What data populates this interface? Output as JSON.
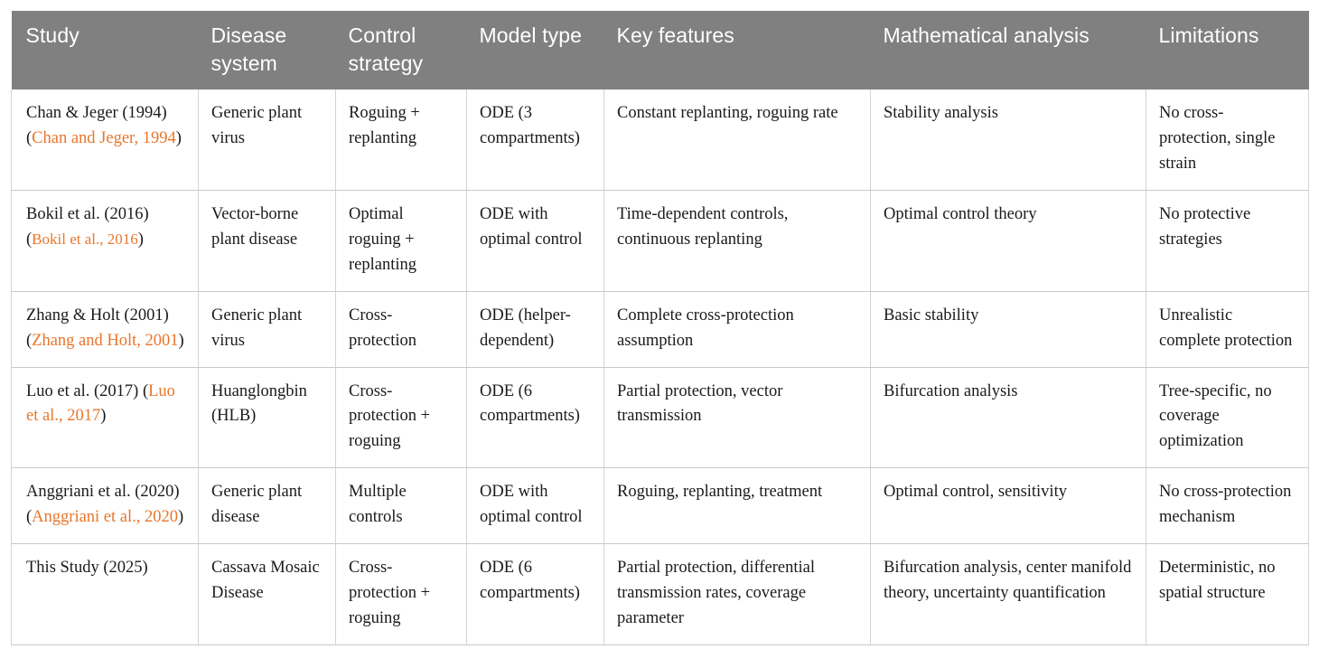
{
  "table": {
    "name": "comparison-of-plant-disease-models",
    "header_bg": "#808080",
    "header_text_color": "#ffffff",
    "citation_link_color": "#e8762c",
    "border_color": "#d4d4d4",
    "columns": [
      {
        "key": "study",
        "label": "Study"
      },
      {
        "key": "disease_system",
        "label": "Disease system"
      },
      {
        "key": "control_strategy",
        "label": "Control strategy"
      },
      {
        "key": "model_type",
        "label": "Model type"
      },
      {
        "key": "key_features",
        "label": "Key features"
      },
      {
        "key": "mathematical_analysis",
        "label": "Mathematical analysis"
      },
      {
        "key": "limitations",
        "label": "Limitations"
      }
    ],
    "rows": [
      {
        "study_main": "Chan & Jeger (1994) (",
        "study_citation": "Chan and Jeger, 1994",
        "study_tail": ")",
        "disease_system": "Generic plant virus",
        "control_strategy": "Roguing + replanting",
        "model_type": "ODE (3 compartments)",
        "key_features": "Constant replanting, roguing rate",
        "mathematical_analysis": "Stability analysis",
        "limitations": "No cross-protection, single strain"
      },
      {
        "study_main": "Bokil et al. (2016) (",
        "study_citation": "Bokil et al., 2016",
        "study_tail": ")",
        "disease_system": "Vector-borne plant disease",
        "control_strategy": "Optimal roguing + replanting",
        "model_type": "ODE with optimal control",
        "key_features": "Time-dependent controls, continuous replanting",
        "mathematical_analysis": "Optimal control theory",
        "limitations": "No protective strategies"
      },
      {
        "study_main": "Zhang & Holt (2001) (",
        "study_citation": "Zhang and Holt, 2001",
        "study_tail": ")",
        "disease_system": "Generic plant virus",
        "control_strategy": "Cross-protection",
        "model_type": "ODE (helper-dependent)",
        "key_features": "Complete cross-protection assumption",
        "mathematical_analysis": "Basic stability",
        "limitations": "Unrealistic complete protection"
      },
      {
        "study_main": "Luo et al. (2017) (",
        "study_citation": "Luo et al., 2017",
        "study_tail": ")",
        "disease_system": "Huanglongbin (HLB)",
        "control_strategy": "Cross-protection + roguing",
        "model_type": "ODE (6 compartments)",
        "key_features": "Partial protection, vector transmission",
        "mathematical_analysis": "Bifurcation analysis",
        "limitations": "Tree-specific, no coverage optimization"
      },
      {
        "study_main": "Anggriani et al. (2020) (",
        "study_citation": "Anggriani et al., 2020",
        "study_tail": ")",
        "disease_system": "Generic plant disease",
        "control_strategy": "Multiple controls",
        "model_type": "ODE with optimal control",
        "key_features": "Roguing, replanting, treatment",
        "mathematical_analysis": "Optimal control, sensitivity",
        "limitations": "No cross-protection mechanism"
      },
      {
        "study_main": "This Study (2025)",
        "study_citation": "",
        "study_tail": "",
        "disease_system": "Cassava Mosaic Disease",
        "control_strategy": "Cross-protection + roguing",
        "model_type": "ODE (6 compartments)",
        "key_features": "Partial protection, differential transmission rates, coverage parameter",
        "mathematical_analysis": "Bifurcation analysis, center manifold theory, uncertainty quantification",
        "limitations": "Deterministic, no spatial structure"
      }
    ]
  }
}
